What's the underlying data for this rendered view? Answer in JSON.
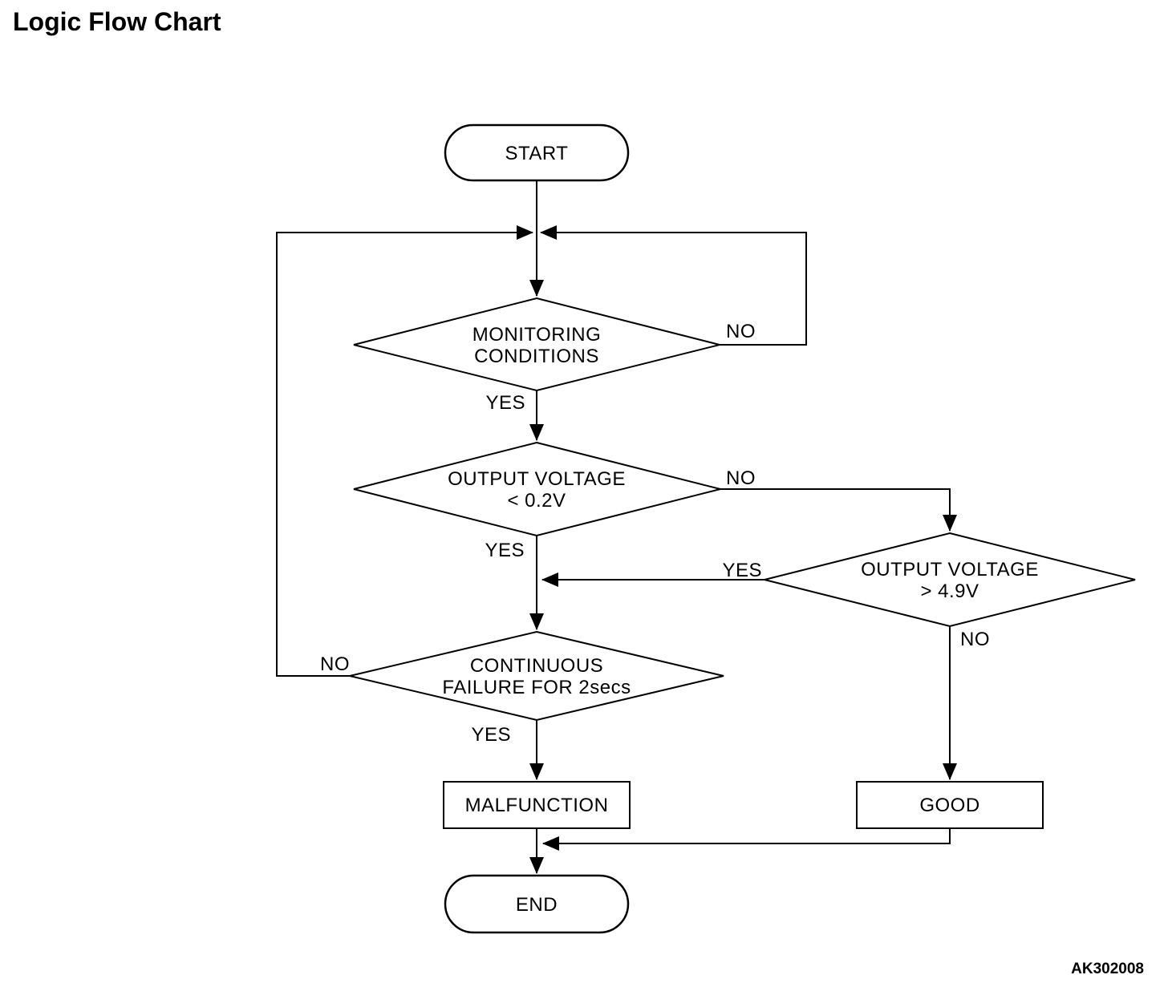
{
  "title": "Logic Flow Chart",
  "figure_code": "AK302008",
  "colors": {
    "line": "#000000",
    "background": "#ffffff",
    "text": "#000000"
  },
  "nodes": {
    "start": {
      "type": "terminator",
      "label": "START"
    },
    "monitoring": {
      "type": "decision",
      "line1": "MONITORING",
      "line2": "CONDITIONS"
    },
    "output_low": {
      "type": "decision",
      "line1": "OUTPUT VOLTAGE",
      "line2": "< 0.2V"
    },
    "output_high": {
      "type": "decision",
      "line1": "OUTPUT VOLTAGE",
      "line2": "> 4.9V"
    },
    "continuous_failure": {
      "type": "decision",
      "line1": "CONTINUOUS",
      "line2": "FAILURE FOR 2secs"
    },
    "malfunction": {
      "type": "process",
      "label": "MALFUNCTION"
    },
    "good": {
      "type": "process",
      "label": "GOOD"
    },
    "end": {
      "type": "terminator",
      "label": "END"
    }
  },
  "edge_labels": {
    "monitoring_no": "NO",
    "monitoring_yes": "YES",
    "output_low_no": "NO",
    "output_low_yes": "YES",
    "output_high_yes": "YES",
    "output_high_no": "NO",
    "continuous_no": "NO",
    "continuous_yes": "YES"
  },
  "flow": [
    {
      "from": "START",
      "to": "MONITORING CONDITIONS",
      "label": ""
    },
    {
      "from": "MONITORING CONDITIONS",
      "to": "MONITORING CONDITIONS",
      "label": "NO"
    },
    {
      "from": "MONITORING CONDITIONS",
      "to": "OUTPUT VOLTAGE < 0.2V",
      "label": "YES"
    },
    {
      "from": "OUTPUT VOLTAGE < 0.2V",
      "to": "OUTPUT VOLTAGE > 4.9V",
      "label": "NO"
    },
    {
      "from": "OUTPUT VOLTAGE < 0.2V",
      "to": "CONTINUOUS FAILURE FOR 2secs",
      "label": "YES"
    },
    {
      "from": "OUTPUT VOLTAGE > 4.9V",
      "to": "CONTINUOUS FAILURE FOR 2secs",
      "label": "YES"
    },
    {
      "from": "OUTPUT VOLTAGE > 4.9V",
      "to": "GOOD",
      "label": "NO"
    },
    {
      "from": "CONTINUOUS FAILURE FOR 2secs",
      "to": "MONITORING CONDITIONS",
      "label": "NO"
    },
    {
      "from": "CONTINUOUS FAILURE FOR 2secs",
      "to": "MALFUNCTION",
      "label": "YES"
    },
    {
      "from": "MALFUNCTION",
      "to": "END",
      "label": ""
    },
    {
      "from": "GOOD",
      "to": "END",
      "label": ""
    }
  ]
}
